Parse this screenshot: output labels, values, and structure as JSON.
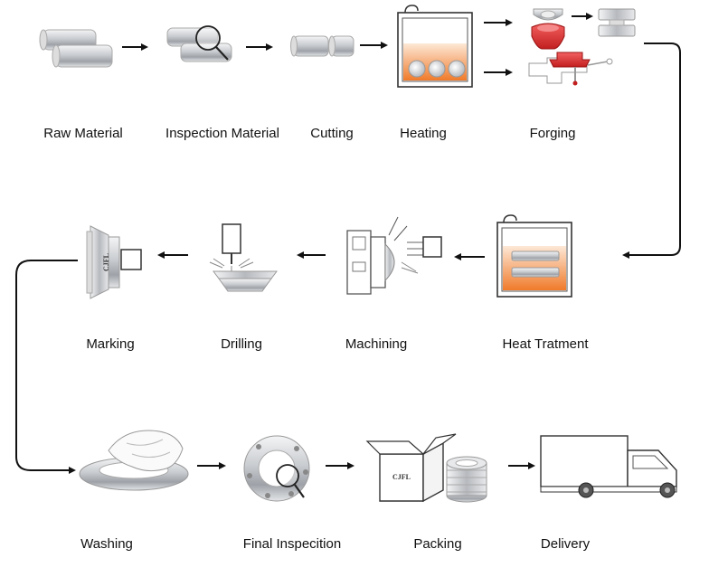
{
  "row1": {
    "steps": [
      {
        "label": "Raw Material"
      },
      {
        "label": "Inspection Material"
      },
      {
        "label": "Cutting"
      },
      {
        "label": "Heating"
      },
      {
        "label": "Forging"
      }
    ]
  },
  "row2": {
    "steps": [
      {
        "label": "Marking"
      },
      {
        "label": "Drilling"
      },
      {
        "label": "Machining"
      },
      {
        "label": "Heat Tratment"
      }
    ]
  },
  "row3": {
    "steps": [
      {
        "label": "Washing"
      },
      {
        "label": "Final Inspecition"
      },
      {
        "label": "Packing"
      },
      {
        "label": "Delivery"
      }
    ]
  },
  "stamps": {
    "marking": "CJFL",
    "box": "CJFL"
  },
  "colors": {
    "heat_orange": "#f08a3c",
    "forging_red": "#e03a3a",
    "steel": "#b8bcc2",
    "line": "#111111"
  }
}
